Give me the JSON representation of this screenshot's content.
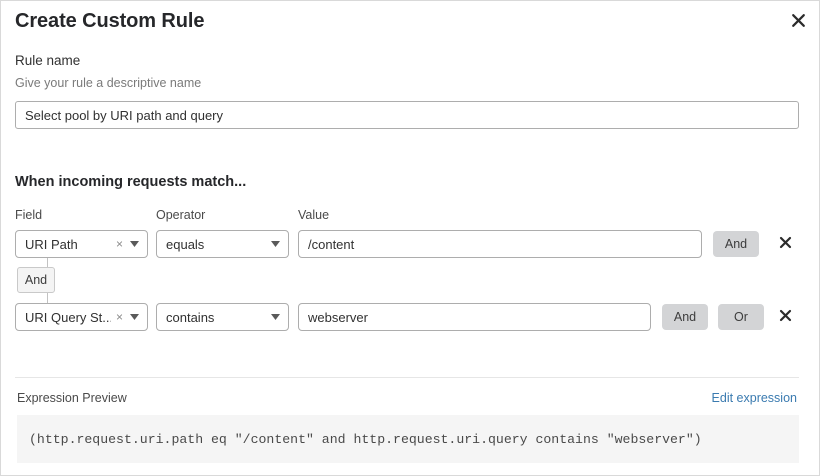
{
  "dialog": {
    "title": "Create Custom Rule",
    "close_icon": "close-icon"
  },
  "rule_name": {
    "label": "Rule name",
    "help": "Give your rule a descriptive name",
    "value": "Select pool by URI path and query",
    "placeholder": ""
  },
  "conditions": {
    "heading": "When incoming requests match...",
    "columns": {
      "field": "Field",
      "operator": "Operator",
      "value": "Value"
    },
    "connector": {
      "label": "And"
    },
    "rows": [
      {
        "field": "URI Path",
        "operator": "equals",
        "value": "/content",
        "clear_icon": "×",
        "and_label": "And",
        "or_label": null,
        "delete_icon": "close-icon"
      },
      {
        "field": "URI Query St...",
        "operator": "contains",
        "value": "webserver",
        "clear_icon": "×",
        "and_label": "And",
        "or_label": "Or",
        "delete_icon": "close-icon"
      }
    ]
  },
  "expression_preview": {
    "label": "Expression Preview",
    "edit_link": "Edit expression",
    "expression": "(http.request.uri.path eq \"/content\" and http.request.uri.query contains \"webserver\")"
  },
  "colors": {
    "link": "#3b7bb0",
    "logic_button_bg": "#d3d4d6",
    "preview_bg": "#f5f5f5",
    "border": "#adadad"
  }
}
